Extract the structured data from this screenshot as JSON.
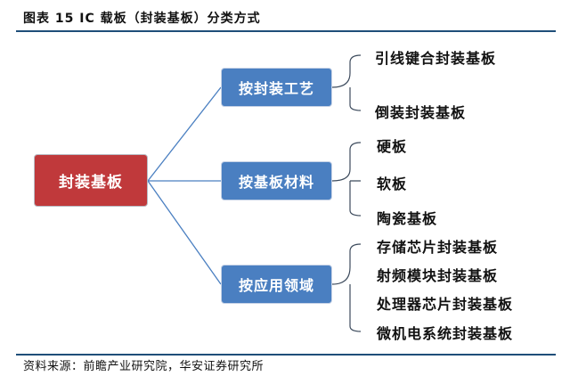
{
  "title": "图表 15 IC 载板（封装基板）分类方式",
  "colors": {
    "rule": "#1f4e79",
    "root_fill": "#c0393b",
    "category_fill": "#4a7fc1",
    "connector": "#4a7fc1",
    "bracket": "#3c4a5c"
  },
  "root": {
    "label": "封装基板"
  },
  "categories": [
    {
      "label": "按封装工艺",
      "items": [
        "引线键合封装基板",
        "倒装封装基板"
      ]
    },
    {
      "label": "按基板材料",
      "items": [
        "硬板",
        "软板",
        "陶瓷基板"
      ]
    },
    {
      "label": "按应用领域",
      "items": [
        "存储芯片封装基板",
        "射频模块封装基板",
        "处理器芯片封装基板",
        "微机电系统封装基板"
      ]
    }
  ],
  "source": "资料来源：前瞻产业研究院，华安证券研究所"
}
